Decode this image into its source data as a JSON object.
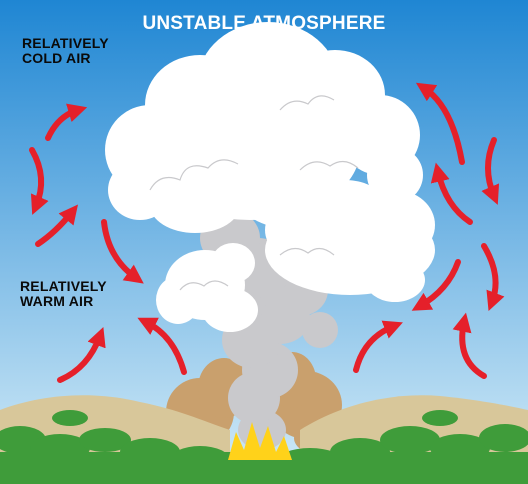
{
  "title": "UNSTABLE ATMOSPHERE",
  "labels": {
    "cold_air_line1": "RELATIVELY",
    "cold_air_line2": "COLD AIR",
    "warm_air_line1": "RELATIVELY",
    "warm_air_line2": "WARM AIR"
  },
  "icons": {
    "arrows": "red-curved-arrow-icon",
    "fire": "flame-icon",
    "smoke": "smoke-plume"
  },
  "colors": {
    "sky_top": "#1f86d3",
    "sky_bottom": "#d4ecf8",
    "title": "#ffffff",
    "label_text": "#0a0a0a",
    "arrow": "#e5202a",
    "cloud": "#ffffff",
    "smoke": "#c9c9cc",
    "smoke_brown": "#c9a06d",
    "flame": "#ffd21a",
    "hill": "#d8c79a",
    "foliage": "#3f9c3a"
  }
}
